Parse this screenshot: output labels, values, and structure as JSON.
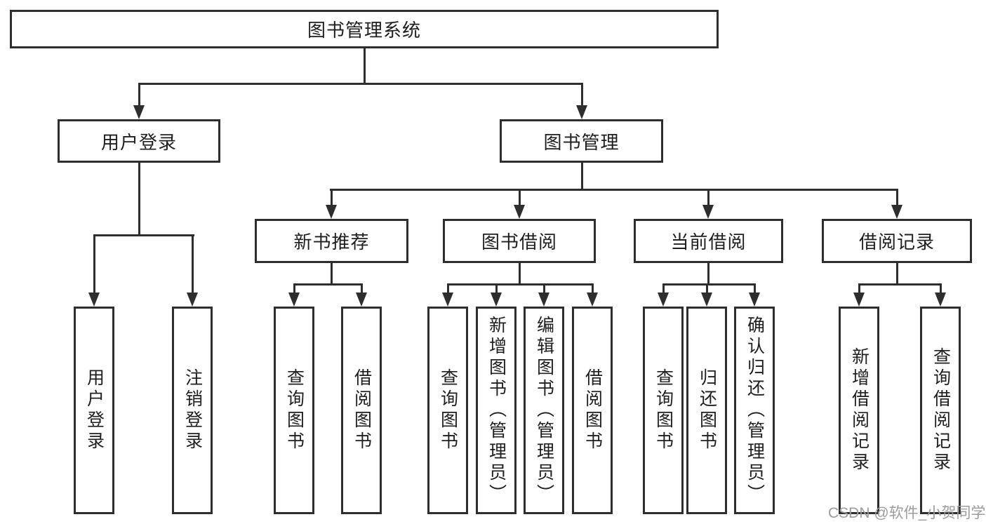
{
  "tree": {
    "root": {
      "label": "图书管理系统"
    },
    "level2": [
      {
        "label": "用户登录",
        "children": [
          {
            "label": "用户登录"
          },
          {
            "label": "注销登录"
          }
        ]
      },
      {
        "label": "图书管理",
        "children": [
          {
            "label": "新书推荐",
            "children": [
              {
                "label": "查询图书"
              },
              {
                "label": "借阅图书"
              }
            ]
          },
          {
            "label": "图书借阅",
            "children": [
              {
                "label": "查询图书"
              },
              {
                "label": "新增图书（管理员）"
              },
              {
                "label": "编辑图书（管理员）"
              },
              {
                "label": "借阅图书"
              }
            ]
          },
          {
            "label": "当前借阅",
            "children": [
              {
                "label": "查询图书"
              },
              {
                "label": "归还图书"
              },
              {
                "label": "确认归还（管理员）"
              }
            ]
          },
          {
            "label": "借阅记录",
            "children": [
              {
                "label": "新增借阅记录"
              },
              {
                "label": "查询借阅记录"
              }
            ]
          }
        ]
      }
    ]
  },
  "watermark": {
    "text": "CSDN @软件_小贺同学"
  },
  "colors": {
    "line": "#2e2e2e",
    "text": "#1e1e1e",
    "background": "#ffffff",
    "watermark": "#9c9c9c"
  }
}
